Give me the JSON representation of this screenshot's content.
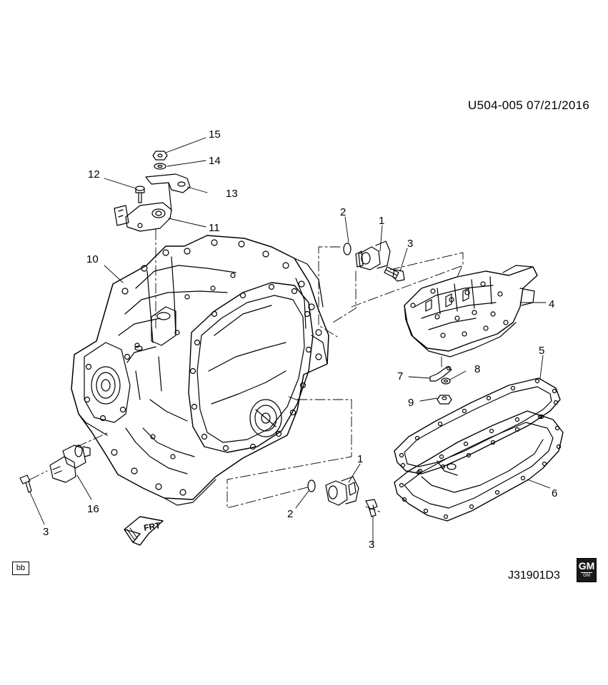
{
  "header": {
    "code": "U504-005  07/21/2016"
  },
  "footer": {
    "drawing_number": "J31901D3",
    "corner_tag": "bb"
  },
  "logo": {
    "gm_text": "GM",
    "small_text": "GM"
  },
  "direction_marker": {
    "label": "FRT"
  },
  "callouts": {
    "c1a": "1",
    "c1b": "1",
    "c2a": "2",
    "c2b": "2",
    "c3a": "3",
    "c3b": "3",
    "c3c": "3",
    "c4": "4",
    "c5": "5",
    "c6": "6",
    "c7": "7",
    "c8": "8",
    "c9": "9",
    "c10": "10",
    "c11": "11",
    "c12": "12",
    "c13": "13",
    "c14": "14",
    "c15": "15",
    "c16": "16"
  }
}
